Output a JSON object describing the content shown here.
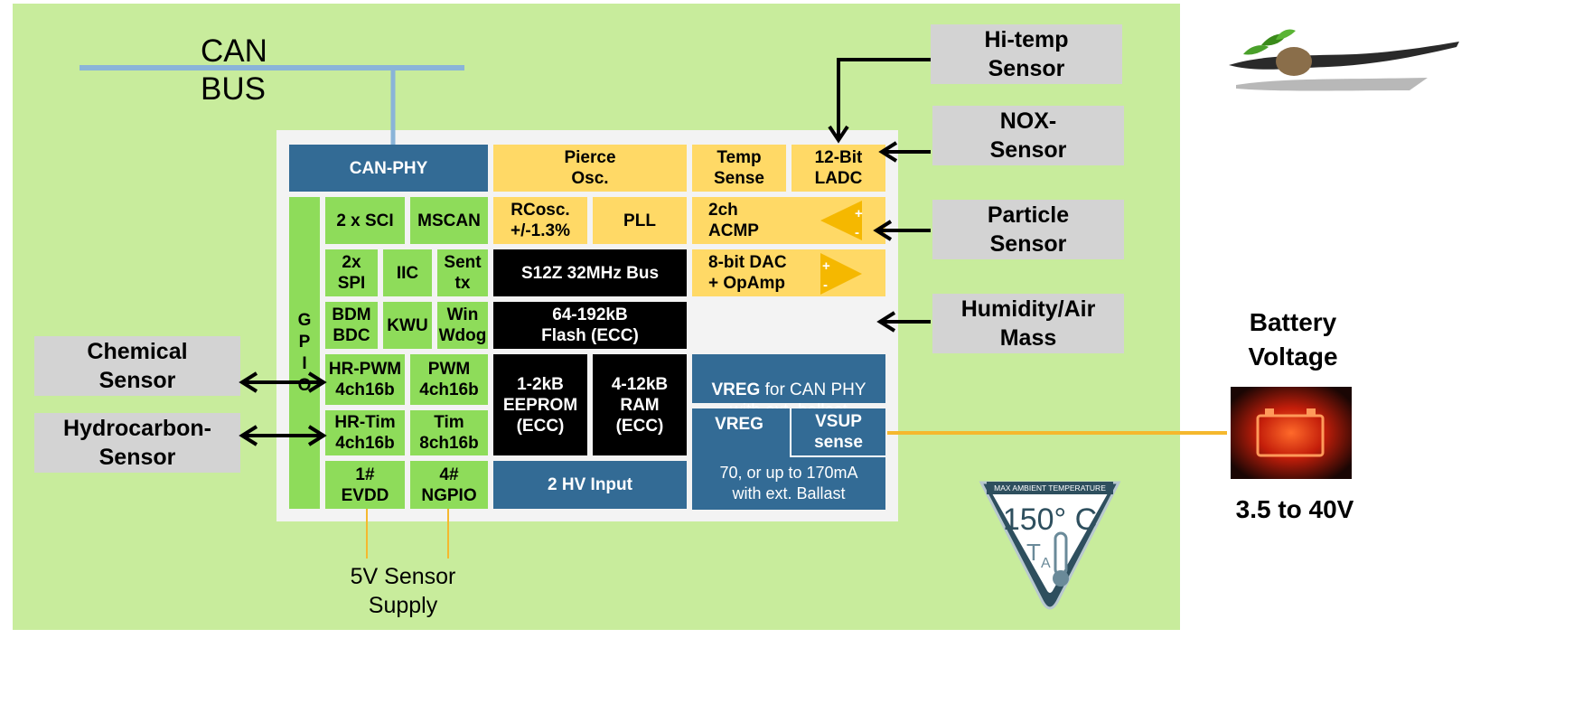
{
  "can_bus": {
    "label": "CAN\nBUS"
  },
  "chip": {
    "can_phy": "CAN-PHY",
    "pierce_osc": "Pierce\nOsc.",
    "temp_sense": "Temp\nSense",
    "ladc": "12-Bit\nLADC",
    "gpio": "G\nP\nI\nO",
    "sci": "2 x SCI",
    "mscan": "MSCAN",
    "rcosc": "RCosc.\n+/-1.3%",
    "pll": "PLL",
    "acmp": "2ch\nACMP",
    "spi": "2x\nSPI",
    "iic": "IIC",
    "sent": "Sent\ntx",
    "bus": "S12Z 32MHz Bus",
    "dac": "8-bit DAC\n+ OpAmp",
    "bdm": "BDM\nBDC",
    "kwu": "KWU",
    "wdog": "Win\nWdog",
    "flash": "64-192kB\nFlash (ECC)",
    "hr_pwm": "HR-PWM\n4ch16b",
    "pwm": "PWM\n4ch16b",
    "eeprom": "1-2kB\nEEPROM\n(ECC)",
    "ram": "4-12kB\nRAM\n(ECC)",
    "vreg_can_bold": "VREG",
    "vreg_can_rest": "  for CAN PHY\nwith ext. ballast",
    "hr_tim": "HR-Tim\n4ch16b",
    "tim": "Tim\n8ch16b",
    "vreg": "VREG",
    "vsup": "VSUP\nsense",
    "vreg_note": "70, or up to 170mA\nwith ext. Ballast",
    "evdd": "1#\nEVDD",
    "ngpio": "4#\nNGPIO",
    "hv_input": "2 HV Input",
    "plus": "+",
    "minus": "-"
  },
  "sensors": {
    "hi_temp": "Hi-temp\nSensor",
    "nox": "NOX-\nSensor",
    "particle": "Particle\nSensor",
    "humidity": "Humidity/Air\nMass",
    "chemical": "Chemical\nSensor",
    "hydrocarbon": "Hydrocarbon-\nSensor"
  },
  "battery": {
    "title": "Battery\nVoltage",
    "range": "3.5 to 40V"
  },
  "supply": {
    "label": "5V Sensor\nSupply"
  },
  "badge": {
    "top_text": "MAX AMBIENT TEMPERATURE",
    "temp": "150° C",
    "symbol": "T",
    "subscript": "A"
  },
  "colors": {
    "background": "#c8ec9c",
    "navy": "#336b95",
    "yellow": "#ffd966",
    "green": "#8edc5a",
    "bus_line": "#8ab4d8",
    "battery_line": "#f5b82e"
  }
}
